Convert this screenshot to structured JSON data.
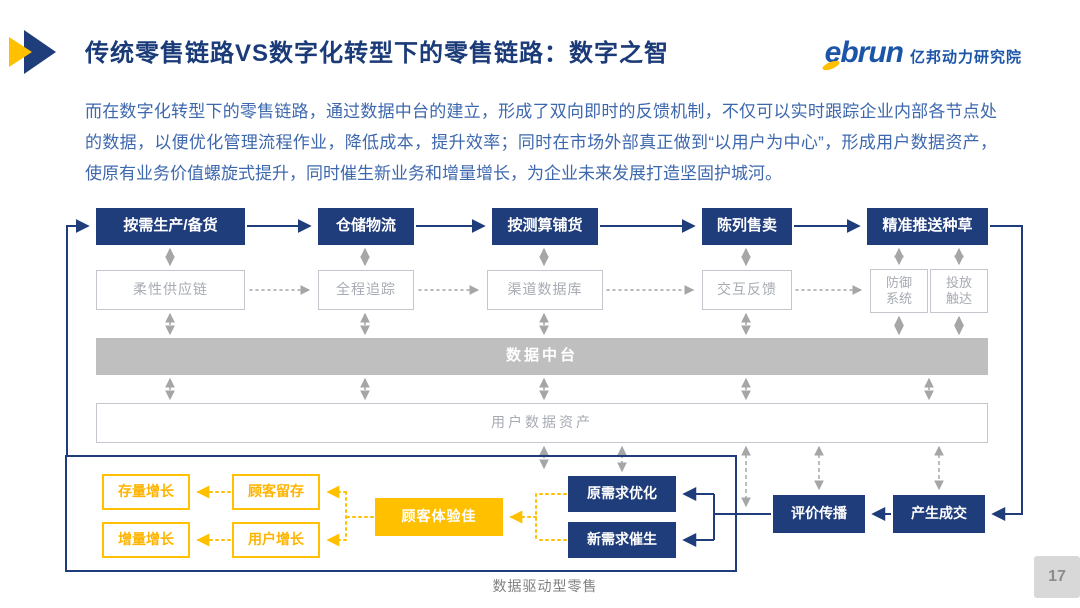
{
  "header": {
    "title": "传统零售链路VS数字化转型下的零售链路：数字之智",
    "brand": "ebrun",
    "brand_suffix": "亿邦动力研究院"
  },
  "intro": "而在数字化转型下的零售链路，通过数据中台的建立，形成了双向即时的反馈机制，不仅可以实时跟踪企业内部各节点处的数据，以便优化管理流程作业，降低成本，提升效率；同时在市场外部真正做到“以用户为中心”，形成用户数据资产，使原有业务价值螺旋式提升，同时催生新业务和增量增长，为企业未来发展打造坚固护城河。",
  "diagram": {
    "row1": [
      "按需生产/备货",
      "仓储物流",
      "按测算铺货",
      "陈列售卖",
      "精准推送种草"
    ],
    "row2": [
      "柔性供应链",
      "全程追踪",
      "渠道数据库",
      "交互反馈",
      "防御系统",
      "投放触达"
    ],
    "middle_bar": "数据中台",
    "user_assets_bar": "用户数据资产",
    "bottom": {
      "yellow_boxes": [
        "存量增长",
        "顾客留存",
        "增量增长",
        "用户增长"
      ],
      "highlight_box": "顾客体验佳",
      "navy_boxes": [
        "原需求优化",
        "新需求催生",
        "评价传播",
        "产生成交"
      ],
      "label": "数据驱动型零售"
    }
  },
  "page_number": "17",
  "colors": {
    "navy": "#1F3C7B",
    "title_blue": "#1A3A78",
    "body_blue": "#3E68AE",
    "accent_yellow": "#FFC000",
    "line_gray": "#A6A6A6",
    "bar_gray": "#BFBFBF"
  }
}
